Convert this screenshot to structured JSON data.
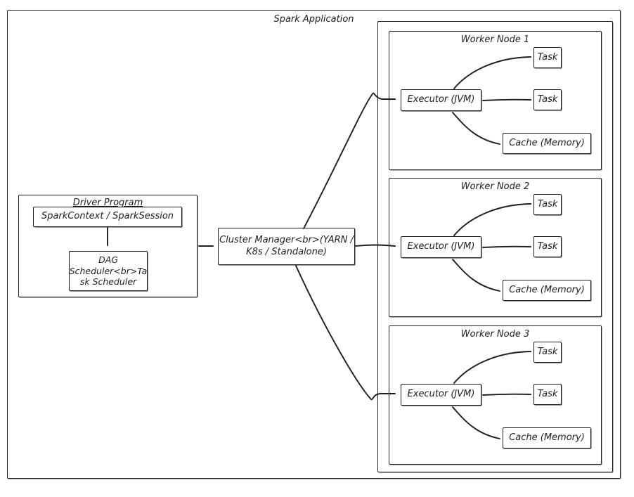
{
  "diagram": {
    "title": "Spark Application",
    "driver": {
      "title": "Driver Program",
      "spark_context_label": "SparkContext / SparkSession",
      "dag_lines": [
        "DAG",
        "Scheduler<br>Ta",
        "sk Scheduler"
      ]
    },
    "cluster_manager": {
      "line1": "Cluster Manager<br>(YARN /",
      "line2": "K8s / Standalone)"
    },
    "worker_nodes": [
      {
        "title": "Worker Node 1",
        "executor": "Executor (JVM)",
        "task1": "Task",
        "task2": "Task",
        "cache": "Cache (Memory)"
      },
      {
        "title": "Worker Node 2",
        "executor": "Executor (JVM)",
        "task1": "Task",
        "task2": "Task",
        "cache": "Cache (Memory)"
      },
      {
        "title": "Worker Node 3",
        "executor": "Executor (JVM)",
        "task1": "Task",
        "task2": "Task",
        "cache": "Cache (Memory)"
      }
    ],
    "colors": {
      "stroke": "#1e1e1e",
      "background": "#ffffff"
    }
  }
}
